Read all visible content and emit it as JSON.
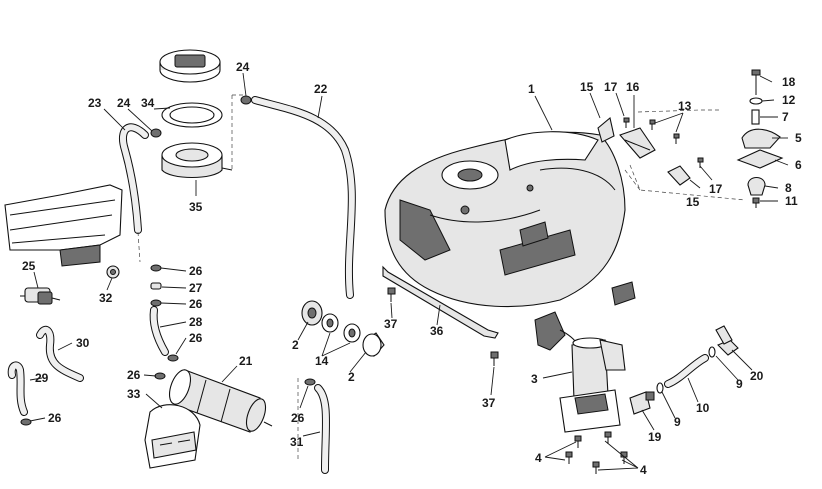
{
  "diagram": {
    "callouts": {
      "c1": "1",
      "c2a": "2",
      "c2b": "2",
      "c3": "3",
      "c4a": "4",
      "c4b": "4",
      "c5": "5",
      "c6": "6",
      "c7": "7",
      "c8": "8",
      "c9a": "9",
      "c9b": "9",
      "c10": "10",
      "c11": "11",
      "c12": "12",
      "c13": "13",
      "c14": "14",
      "c15a": "15",
      "c15b": "15",
      "c16": "16",
      "c17a": "17",
      "c17b": "17",
      "c18": "18",
      "c19": "19",
      "c20": "20",
      "c21": "21",
      "c22": "22",
      "c23": "23",
      "c24a": "24",
      "c24b": "24",
      "c25": "25",
      "c26a": "26",
      "c26b": "26",
      "c26c": "26",
      "c26d": "26",
      "c26e": "26",
      "c26f": "26",
      "c27": "27",
      "c28": "28",
      "c29": "29",
      "c30": "30",
      "c31": "31",
      "c32": "32",
      "c33": "33",
      "c34": "34",
      "c35": "35",
      "c36": "36",
      "c37a": "37",
      "c37b": "37"
    }
  }
}
